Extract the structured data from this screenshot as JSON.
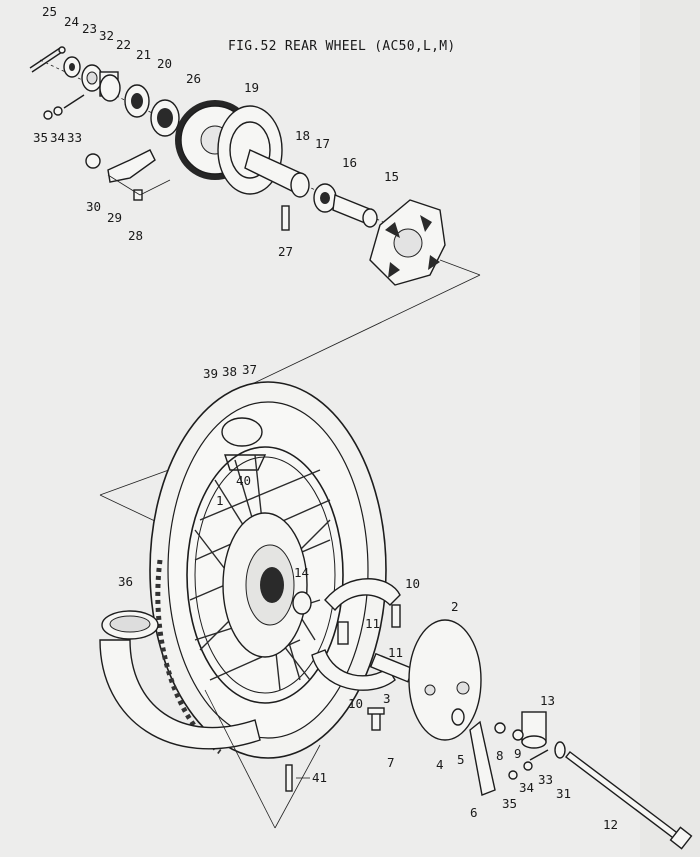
{
  "title": "FIG.52  REAR WHEEL (AC50,L,M)",
  "labels": {
    "p25": "25",
    "p24": "24",
    "p23": "23",
    "p32": "32",
    "p22": "22",
    "p21": "21",
    "p20": "20",
    "p26": "26",
    "p19": "19",
    "p18": "18",
    "p17": "17",
    "p16": "16",
    "p15": "15",
    "p35a": "35",
    "p34a": "34",
    "p33a": "33",
    "p30": "30",
    "p29": "29",
    "p28": "28",
    "p27": "27",
    "p39": "39",
    "p38": "38",
    "p37": "37",
    "p40": "40",
    "p1": "1",
    "p14": "14",
    "p10a": "10",
    "p11a": "11",
    "p11b": "11",
    "p36": "36",
    "p10b": "10",
    "p3": "3",
    "p2": "2",
    "p13": "13",
    "p8": "8",
    "p9": "9",
    "p7": "7",
    "p4": "4",
    "p5": "5",
    "p34b": "34",
    "p33b": "33",
    "p31": "31",
    "p35b": "35",
    "p6": "6",
    "p12": "12",
    "p41": "41"
  }
}
